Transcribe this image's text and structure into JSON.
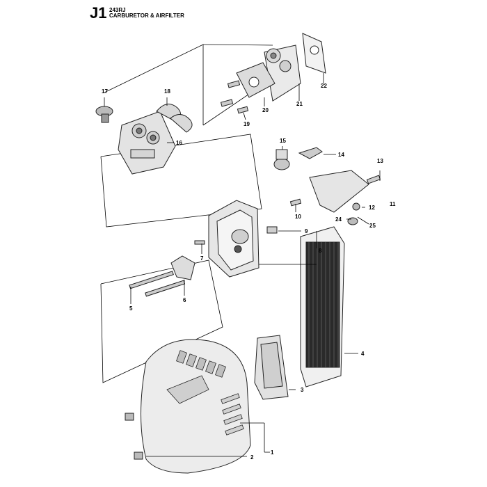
{
  "header": {
    "section_code": "J1",
    "model": "243RJ",
    "title": "CARBURETOR & AIRFILTER"
  },
  "callouts": [
    "1",
    "2",
    "3",
    "4",
    "5",
    "6",
    "7",
    "8",
    "9",
    "10",
    "11",
    "12",
    "13",
    "14",
    "15",
    "16",
    "17",
    "18",
    "19",
    "20",
    "21",
    "22",
    "24",
    "25"
  ]
}
